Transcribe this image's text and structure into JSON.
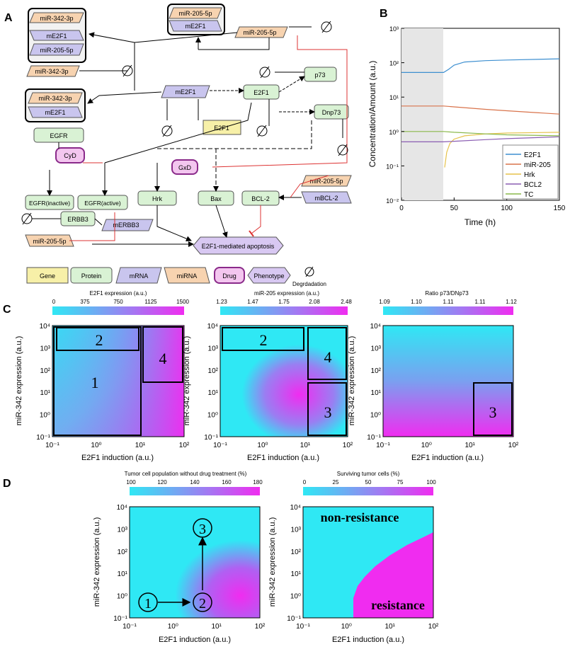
{
  "panels": {
    "A": "A",
    "B": "B",
    "C": "C",
    "D": "D"
  },
  "network": {
    "complex1": [
      "miR-342-3p",
      "mE2F1",
      "miR-205-5p"
    ],
    "complex2": [
      "miR-205-5p",
      "mE2F1"
    ],
    "complex3": [
      "miR-342-3p",
      "mE2F1"
    ],
    "miR342_free": "miR-342-3p",
    "miR205_free": "miR-205-5p",
    "mE2F1": "mE2F1",
    "E2F1": "E2F1",
    "p73": "p73",
    "Dnp73": "Dnp73",
    "E2F1_gene": "E2F1",
    "EGFR": "EGFR",
    "CyD": "CyD",
    "GxD": "GxD",
    "EGFR_inactive": "EGFR(inactive)",
    "EGFR_active": "EGFR(active)",
    "ERBB3": "ERBB3",
    "mERBB3": "mERBB3",
    "Hrk": "Hrk",
    "Bax": "Bax",
    "BCL2": "BCL-2",
    "mBCL2": "mBCL-2",
    "miR205_bcl": "miR-205-5p",
    "miR205_bottom": "miR-205-5p",
    "apoptosis": "E2F1-mediated apoptosis"
  },
  "legend": {
    "gene": "Gene",
    "protein": "Protein",
    "mrna": "mRNA",
    "mirna": "miRNA",
    "drug": "Drug",
    "phenotype": "Phenotype",
    "degradation": "Degrdadation"
  },
  "chart_data": [
    {
      "type": "line",
      "ylabel": "Concentration/Amount (a.u.)",
      "xlabel": "Time (h)",
      "xlim": [
        0,
        150
      ],
      "ylim": [
        0.01,
        1000
      ],
      "yscale": "log",
      "xticks": [
        "0",
        "50",
        "100",
        "150"
      ],
      "yticks": [
        "10⁻²",
        "10⁻¹",
        "10⁰",
        "10¹",
        "10²",
        "10³"
      ],
      "shaded_interval": [
        0,
        40
      ],
      "legend": "bottom-right",
      "series": [
        {
          "name": "E2F1",
          "color": "#3d8fd0",
          "x": [
            0,
            40,
            45,
            50,
            60,
            80,
            100,
            150
          ],
          "y": [
            52,
            52,
            65,
            85,
            105,
            115,
            120,
            130
          ]
        },
        {
          "name": "miR-205",
          "color": "#d9734b",
          "x": [
            0,
            40,
            50,
            80,
            100,
            150
          ],
          "y": [
            5.5,
            5.5,
            5.2,
            4.4,
            4.0,
            3.2
          ]
        },
        {
          "name": "Hrk",
          "color": "#e5c24a",
          "x": [
            41,
            43,
            46,
            50,
            60,
            80,
            100,
            150
          ],
          "y": [
            0.09,
            0.25,
            0.45,
            0.6,
            0.75,
            0.85,
            0.9,
            0.95
          ]
        },
        {
          "name": "BCL2",
          "color": "#8a5db2",
          "x": [
            0,
            40,
            50,
            80,
            100,
            150
          ],
          "y": [
            0.5,
            0.5,
            0.52,
            0.58,
            0.62,
            0.7
          ]
        },
        {
          "name": "TC",
          "color": "#8ab84a",
          "x": [
            0,
            40,
            50,
            80,
            100,
            150
          ],
          "y": [
            1.0,
            1.0,
            0.95,
            0.85,
            0.8,
            0.75
          ]
        }
      ]
    },
    {
      "type": "heatmap",
      "colorbar_label": "E2F1 expression (a.u.)",
      "colorbar_ticks": [
        "0",
        "375",
        "750",
        "1125",
        "1500"
      ],
      "xlabel": "E2F1 induction (a.u.)",
      "ylabel": "miR-342 expression (a.u.)",
      "xlim": [
        0.1,
        100
      ],
      "ylim": [
        0.1,
        10000
      ],
      "regions": [
        "1",
        "2",
        "4"
      ]
    },
    {
      "type": "heatmap",
      "colorbar_label": "miR-205 expression (a.u.)",
      "colorbar_ticks": [
        "1.23",
        "1.47",
        "1.75",
        "2.08",
        "2.48"
      ],
      "xlabel": "E2F1 induction (a.u.)",
      "ylabel": "miR-342 expression (a.u.)",
      "xlim": [
        0.1,
        100
      ],
      "ylim": [
        0.1,
        10000
      ],
      "regions": [
        "2",
        "4",
        "3"
      ]
    },
    {
      "type": "heatmap",
      "colorbar_label": "Ratio p73/DNp73",
      "colorbar_ticks": [
        "1.09",
        "1.10",
        "1.11",
        "1.11",
        "1.12"
      ],
      "xlabel": "E2F1 induction (a.u.)",
      "ylabel": "miR-342 expression (a.u.)",
      "xlim": [
        0.1,
        100
      ],
      "ylim": [
        0.1,
        10000
      ],
      "regions": [
        "3"
      ]
    },
    {
      "type": "heatmap",
      "colorbar_label": "Tumor cell population without drug treatment (%)",
      "colorbar_ticks": [
        "100",
        "120",
        "140",
        "160",
        "180"
      ],
      "xlabel": "E2F1 induction (a.u.)",
      "ylabel": "miR-342 expression (a.u.)",
      "xlim": [
        0.1,
        100
      ],
      "ylim": [
        0.1,
        10000
      ],
      "states": [
        "1",
        "2",
        "3"
      ]
    },
    {
      "type": "heatmap",
      "colorbar_label": "Surviving tumor cells (%)",
      "colorbar_ticks": [
        "0",
        "25",
        "50",
        "75",
        "100"
      ],
      "xlabel": "E2F1 induction (a.u.)",
      "ylabel": "miR-342 expression (a.u.)",
      "xlim": [
        0.1,
        100
      ],
      "ylim": [
        0.1,
        10000
      ],
      "annotations": [
        "non-resistance",
        "resistance"
      ]
    }
  ],
  "axis_ticks": {
    "x": [
      "10⁻¹",
      "10⁰",
      "10¹",
      "10²"
    ],
    "y": [
      "10⁴",
      "10³",
      "10²",
      "10¹",
      "10⁰",
      "10⁻¹"
    ]
  },
  "colors": {
    "cyan": "#2fe8f4",
    "magenta": "#f02cf0",
    "gene": "#f7f0a8",
    "protein": "#d9f2d4",
    "mrna": "#c9c5ee",
    "mirna": "#f7d3b0",
    "drug": "#f3c6ef"
  }
}
